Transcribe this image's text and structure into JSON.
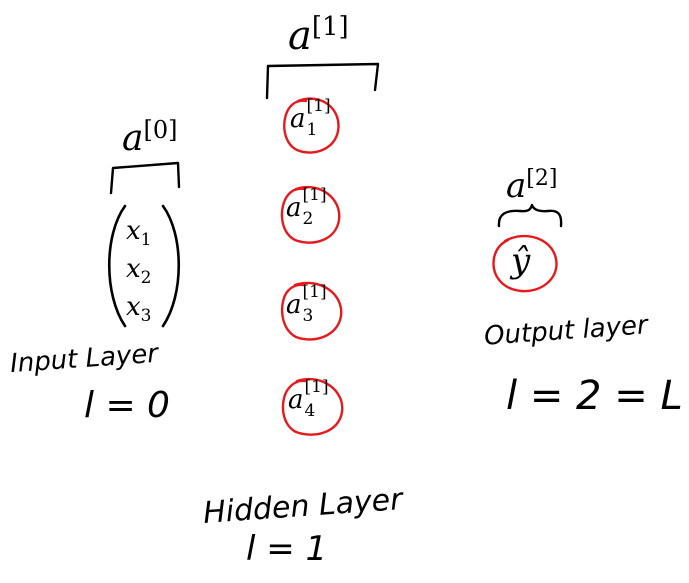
{
  "layers": {
    "input": {
      "group_label": "a",
      "group_sup": "[0]",
      "vector": [
        {
          "base": "x",
          "sub": "1"
        },
        {
          "base": "x",
          "sub": "2"
        },
        {
          "base": "x",
          "sub": "3"
        }
      ],
      "caption": "Input Layer",
      "index": "l = 0"
    },
    "hidden": {
      "group_label": "a",
      "group_sup": "[1]",
      "units": [
        {
          "base": "a",
          "sup": "[1]",
          "sub": "1"
        },
        {
          "base": "a",
          "sup": "[1]",
          "sub": "2"
        },
        {
          "base": "a",
          "sup": "[1]",
          "sub": "3"
        },
        {
          "base": "a",
          "sup": "[1]",
          "sub": "4"
        }
      ],
      "caption": "Hidden Layer",
      "index": "l = 1"
    },
    "output": {
      "group_label": "a",
      "group_sup": "[2]",
      "unit": "ŷ",
      "caption": "Output layer",
      "index": "l = 2 = L"
    }
  },
  "colors": {
    "ink": "#000000",
    "circle": "#e8191c"
  }
}
